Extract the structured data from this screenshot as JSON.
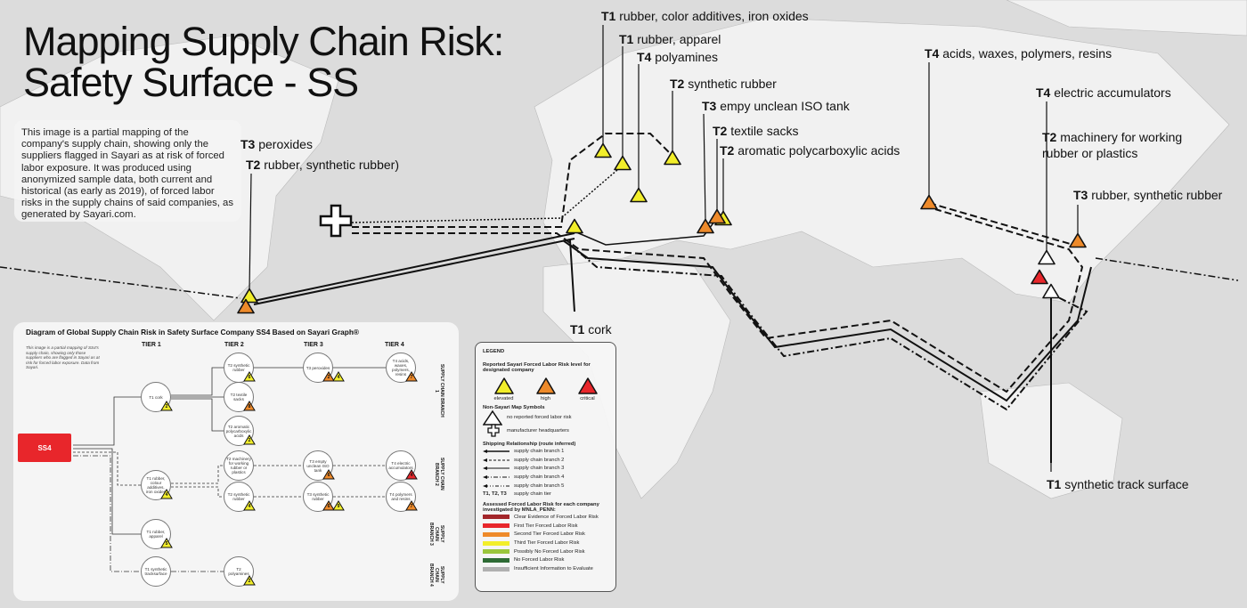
{
  "title": [
    "Mapping Supply Chain Risk:",
    "Safety Surface - SS"
  ],
  "description": "This image is a partial mapping of the company's supply chain, showing only the suppliers flagged in Sayari as at risk of forced labor exposure. It was produced using anonymized sample data, both current and historical (as early as 2019), of forced labor risks in the supply chains of said companies, as generated by Sayari.com.",
  "map_labels": [
    {
      "tier": "T1",
      "text": "rubber, color additives, iron oxides"
    },
    {
      "tier": "T1",
      "text": "rubber, apparel"
    },
    {
      "tier": "T4",
      "text": "polyamines"
    },
    {
      "tier": "T2",
      "text": "synthetic rubber"
    },
    {
      "tier": "T3",
      "text": "empy unclean ISO tank"
    },
    {
      "tier": "T2",
      "text": "textile sacks"
    },
    {
      "tier": "T2",
      "text": "aromatic polycarboxylic acids"
    },
    {
      "tier": "T3",
      "text": "peroxides"
    },
    {
      "tier": "T2",
      "text": "rubber, synthetic rubber)"
    },
    {
      "tier": "T4",
      "text": "acids, waxes, polymers, resins"
    },
    {
      "tier": "T4",
      "text": "electric accumulators"
    },
    {
      "tier": "T2",
      "text": "machinery for working"
    },
    {
      "tier": "",
      "text": "rubber or plastics"
    },
    {
      "tier": "T3",
      "text": "rubber, synthetic rubber"
    },
    {
      "tier": "T1",
      "text": "cork"
    },
    {
      "tier": "T1",
      "text": "synthetic track surface"
    }
  ],
  "colors": {
    "elevated": "#f2ee2a",
    "high": "#ee8a2a",
    "critical": "#e8262b",
    "none": "#ffffff",
    "ss4": "#e8262b"
  },
  "diagram": {
    "title": "Diagram of Global Supply Chain Risk in Safety Surface Company SS4 Based on Sayari Graph®",
    "note": "This image is a partial mapping of SS4's supply chain, showing only those suppliers who are flagged in Sayari as at risk for forced labor exposure. Data from Sayari.",
    "tiers": [
      "TIER 1",
      "TIER 2",
      "TIER 3",
      "TIER 4"
    ],
    "company": "SS4",
    "branches": [
      "SUPPLY CHAIN BRANCH 1",
      "SUPPLY CHAIN BRANCH 2",
      "SUPPLY CHAIN BRANCH 3",
      "SUPPLY CHAIN BRANCH 4"
    ],
    "nodes": [
      {
        "label": "T2 synthetic rubber",
        "badges": [
          {
            "n": "6",
            "level": "elevated"
          }
        ]
      },
      {
        "label": "T3 peroxides",
        "badges": [
          {
            "n": "2",
            "level": "high"
          },
          {
            "n": "4",
            "level": "elevated"
          }
        ]
      },
      {
        "label": "T4 acids, waxes, polymers, resins",
        "badges": [
          {
            "n": "7",
            "level": "high"
          }
        ]
      },
      {
        "label": "T1 cork",
        "badges": [
          {
            "n": "2",
            "level": "elevated"
          }
        ]
      },
      {
        "label": "T2 textile sacks",
        "badges": [
          {
            "n": "8",
            "level": "high"
          }
        ]
      },
      {
        "label": "T2 aromatic polycarboxylic acids",
        "badges": [
          {
            "n": "2",
            "level": "elevated"
          }
        ]
      },
      {
        "label": "T2 machinery for working rubber or plastics",
        "badges": []
      },
      {
        "label": "T3 empty unclean ISO tank",
        "badges": [
          {
            "n": "6",
            "level": "high"
          }
        ]
      },
      {
        "label": "T4 electric accumulators",
        "badges": [
          {
            "n": "4",
            "level": "critical"
          }
        ]
      },
      {
        "label": "T1 rubber, colour additives, iron oxides",
        "badges": [
          {
            "n": "4",
            "level": "elevated"
          }
        ]
      },
      {
        "label": "T2 synthetic rubber",
        "badges": [
          {
            "n": "4",
            "level": "elevated"
          }
        ]
      },
      {
        "label": "T3 synthetic rubber",
        "badges": [
          {
            "n": "6",
            "level": "high"
          },
          {
            "n": "9",
            "level": "elevated"
          }
        ]
      },
      {
        "label": "T4 polymers and resins",
        "badges": [
          {
            "n": "7",
            "level": "high"
          }
        ]
      },
      {
        "label": "T1 rubber, apparel",
        "badges": [
          {
            "n": "5",
            "level": "elevated"
          }
        ]
      },
      {
        "label": "T1 synthetic tracksurface",
        "badges": []
      },
      {
        "label": "T2 polyamines",
        "badges": [
          {
            "n": "2",
            "level": "elevated"
          }
        ]
      }
    ]
  },
  "legend": {
    "title": "LEGEND",
    "risk_heading": "Reported Sayari Forced Labor Risk level for designated company",
    "risk_levels": [
      "elevated",
      "high",
      "critical"
    ],
    "non_sayari_heading": "Non-Sayari Map Symbols",
    "no_risk": "no reported forced labor risk",
    "hq": "manufacturer headquarters",
    "shipping_heading": "Shipping Relationship (route inferred)",
    "branches": [
      "supply chain branch 1",
      "supply chain branch 2",
      "supply chain branch 3",
      "supply chain branch 4",
      "supply chain branch 5"
    ],
    "tier_key": "T1, T2, T3",
    "tier_desc": "supply chain tier",
    "assessed_heading": "Assessed Forced Labor Risk for each company investigated by MNLA_PENN:",
    "assessed": [
      {
        "label": "Clear Evidence of Forced Labor Risk",
        "color": "#a3262a"
      },
      {
        "label": "First Tier Forced Labor Risk",
        "color": "#e8262b"
      },
      {
        "label": "Second Tier Forced Labor Risk",
        "color": "#ee8a2a"
      },
      {
        "label": "Third Tier Forced Labor Risk",
        "color": "#f2ee2a"
      },
      {
        "label": "Possibly No Forced Labor Risk",
        "color": "#9ac63c"
      },
      {
        "label": "No Forced Labor Risk",
        "color": "#2e6b35"
      },
      {
        "label": "Insufficient Information to Evaluate",
        "color": "#b0b0b0"
      }
    ]
  }
}
